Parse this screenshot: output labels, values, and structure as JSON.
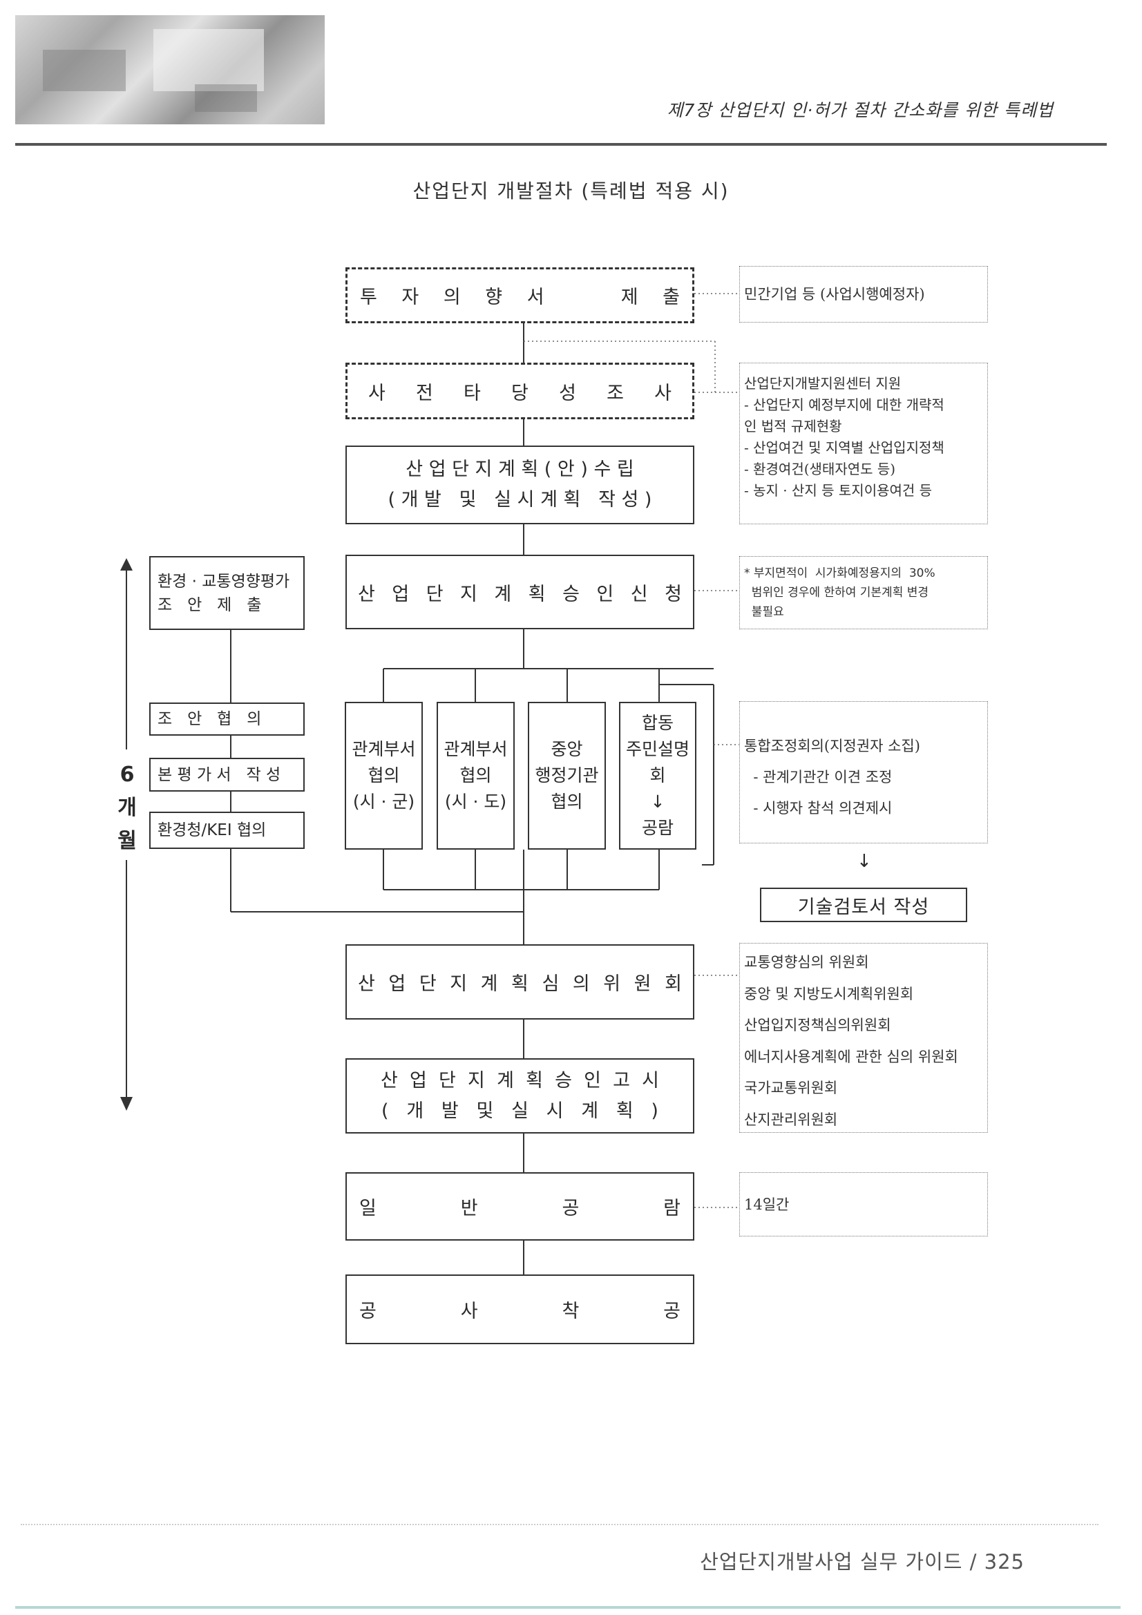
{
  "header": {
    "chapter_title": "제7장 산업단지 인·허가 절차 간소화를 위한 특례법"
  },
  "diagram": {
    "title": "산업단지 개발절차 (특례법 적용 시)",
    "steps": {
      "investment_letter": [
        "투",
        "자",
        "의",
        "향",
        "서",
        "제",
        "출"
      ],
      "pre_review": [
        "사",
        "전",
        "타",
        "당",
        "성",
        "조",
        "사"
      ],
      "plan_draft_line1": "산 업 단 지 계 획 ( 안 ) 수 립",
      "plan_draft_line2": "( 개 발   및   실 시 계 획   작 성 )",
      "approval_request": [
        "산",
        "업",
        "단",
        "지",
        "계",
        "획",
        "승",
        "인",
        "신",
        "청"
      ],
      "deliberation": [
        "산",
        "업",
        "단",
        "지",
        "계",
        "획",
        "심",
        "의",
        "위",
        "원",
        "회"
      ],
      "approval_notice_line1": "산  업  단  지  계  획  승  인  고  시",
      "approval_notice_line2": "(   개   발   및   실   시   계   획   )",
      "public_inspection": [
        "일",
        "반",
        "공",
        "람"
      ],
      "construction_start": [
        "공",
        "사",
        "착",
        "공"
      ]
    },
    "consultations": [
      {
        "lines": [
          "관계부서",
          "협의",
          "(시 · 군)"
        ]
      },
      {
        "lines": [
          "관계부서",
          "협의",
          "(시 · 도)"
        ]
      },
      {
        "lines": [
          "중앙",
          "행정기관",
          "협의"
        ]
      },
      {
        "lines": [
          "합동",
          "주민설명회",
          "↓",
          "공람"
        ]
      }
    ],
    "left_side": {
      "env_traffic_line1": "환경 · 교통영향평가",
      "env_traffic_line2": "조   안   제   출",
      "draft_consult": "조   안   협   의",
      "main_report": "본 평 가 서   작 성",
      "ministry_consult": "환경청/KEI 협의",
      "duration_number": "6",
      "duration_unit_1": "개",
      "duration_unit_2": "월"
    },
    "notes": {
      "private_company": "민간기업 등 (사업시행예정자)",
      "support_center": [
        "산업단지개발지원센터 지원",
        " - 산업단지 예정부지에 대한 개략적",
        "인 법적 규제현황",
        " - 산업여건 및 지역별 산업입지정책",
        " - 환경여건(생태자연도 등)",
        " - 농지 · 산지 등 토지이용여건 등"
      ],
      "area_exception": [
        "* 부지면적이  시가화예정용지의  30%",
        "  범위인 경우에 한하여 기본계획 변경",
        "  불필요"
      ],
      "coordination": [
        "통합조정회의(지정권자 소집)",
        "  - 관계기관간 이견 조정",
        "  - 시행자 참석 의견제시"
      ],
      "coordination_arrow": "↓",
      "tech_review": "기술검토서 작성",
      "committees": [
        "교통영향심의 위원회",
        "중앙 및 지방도시계획위원회",
        "산업입지정책심의위원회",
        "에너지사용계획에 관한 심의 위원회",
        "국가교통위원회",
        "산지관리위원회"
      ],
      "inspection_period": "14일간"
    }
  },
  "footer": {
    "guide_title": "산업단지개발사업 실무 가이드 / 325"
  }
}
